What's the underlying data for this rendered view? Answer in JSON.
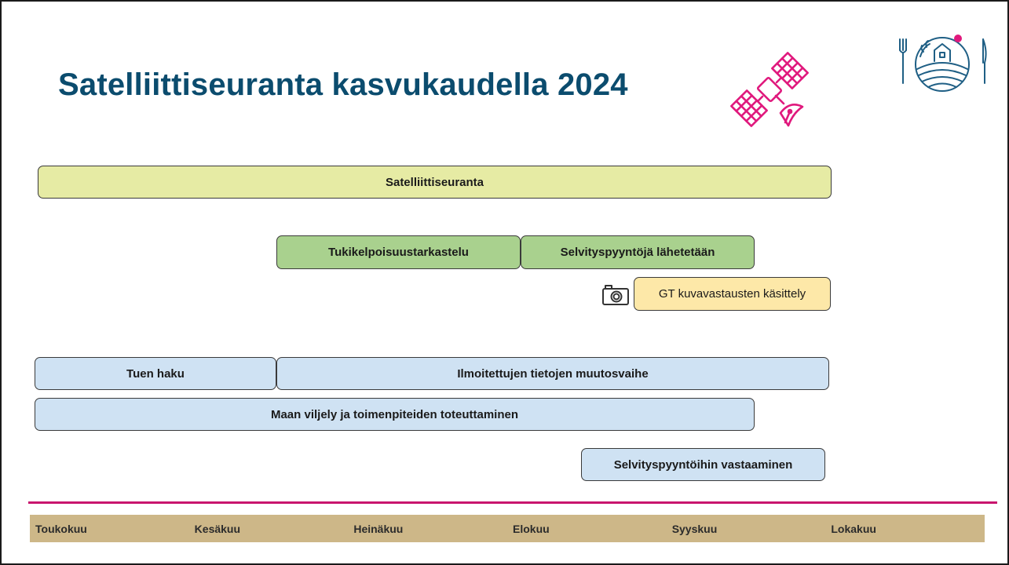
{
  "title": "Satelliittiseuranta kasvukaudella 2024",
  "icons": {
    "satellite": "satellite-icon",
    "logo": "agriculture-logo-icon",
    "camera": "camera-icon"
  },
  "colors": {
    "title": "#0b4c6e",
    "accent": "#e0197d",
    "logo": "#1f5f85",
    "divider": "#c8156e",
    "yellow_bar": "#e6eba4",
    "green_bar": "#a9d18e",
    "cream_bar": "#fde8a8",
    "blue_bar": "#cfe2f3",
    "month_bar": "#cdb788"
  },
  "bars": {
    "satellite_monitoring": "Satelliittiseuranta",
    "eligibility_check": "Tukikelpoisuustarkastelu",
    "requests_sent": "Selvityspyyntöjä lähetetään",
    "gt_processing": "GT kuvavastausten käsittely",
    "application": "Tuen haku",
    "change_phase": "Ilmoitettujen tietojen muutosvaihe",
    "cultivation": "Maan viljely ja toimenpiteiden toteuttaminen",
    "responding": "Selvityspyyntöihin vastaaminen"
  },
  "months": [
    "Toukokuu",
    "Kesäkuu",
    "Heinäkuu",
    "Elokuu",
    "Syyskuu",
    "Lokakuu"
  ]
}
